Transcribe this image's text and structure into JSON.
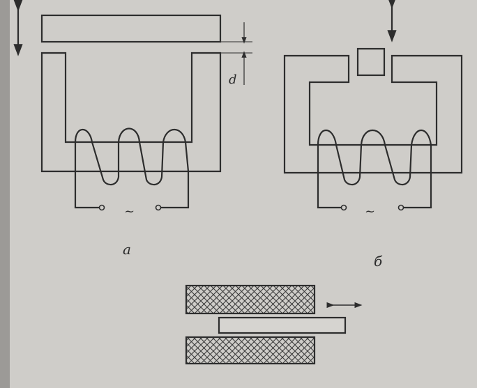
{
  "diagram": {
    "label_a": "a",
    "label_b": "б",
    "label_d": "d",
    "ac_symbol_a": "~",
    "ac_symbol_b": "~",
    "colors": {
      "ink": "#2d2d2d",
      "paper": "#cfcdc9",
      "hatch": "#3a3a3a"
    }
  }
}
